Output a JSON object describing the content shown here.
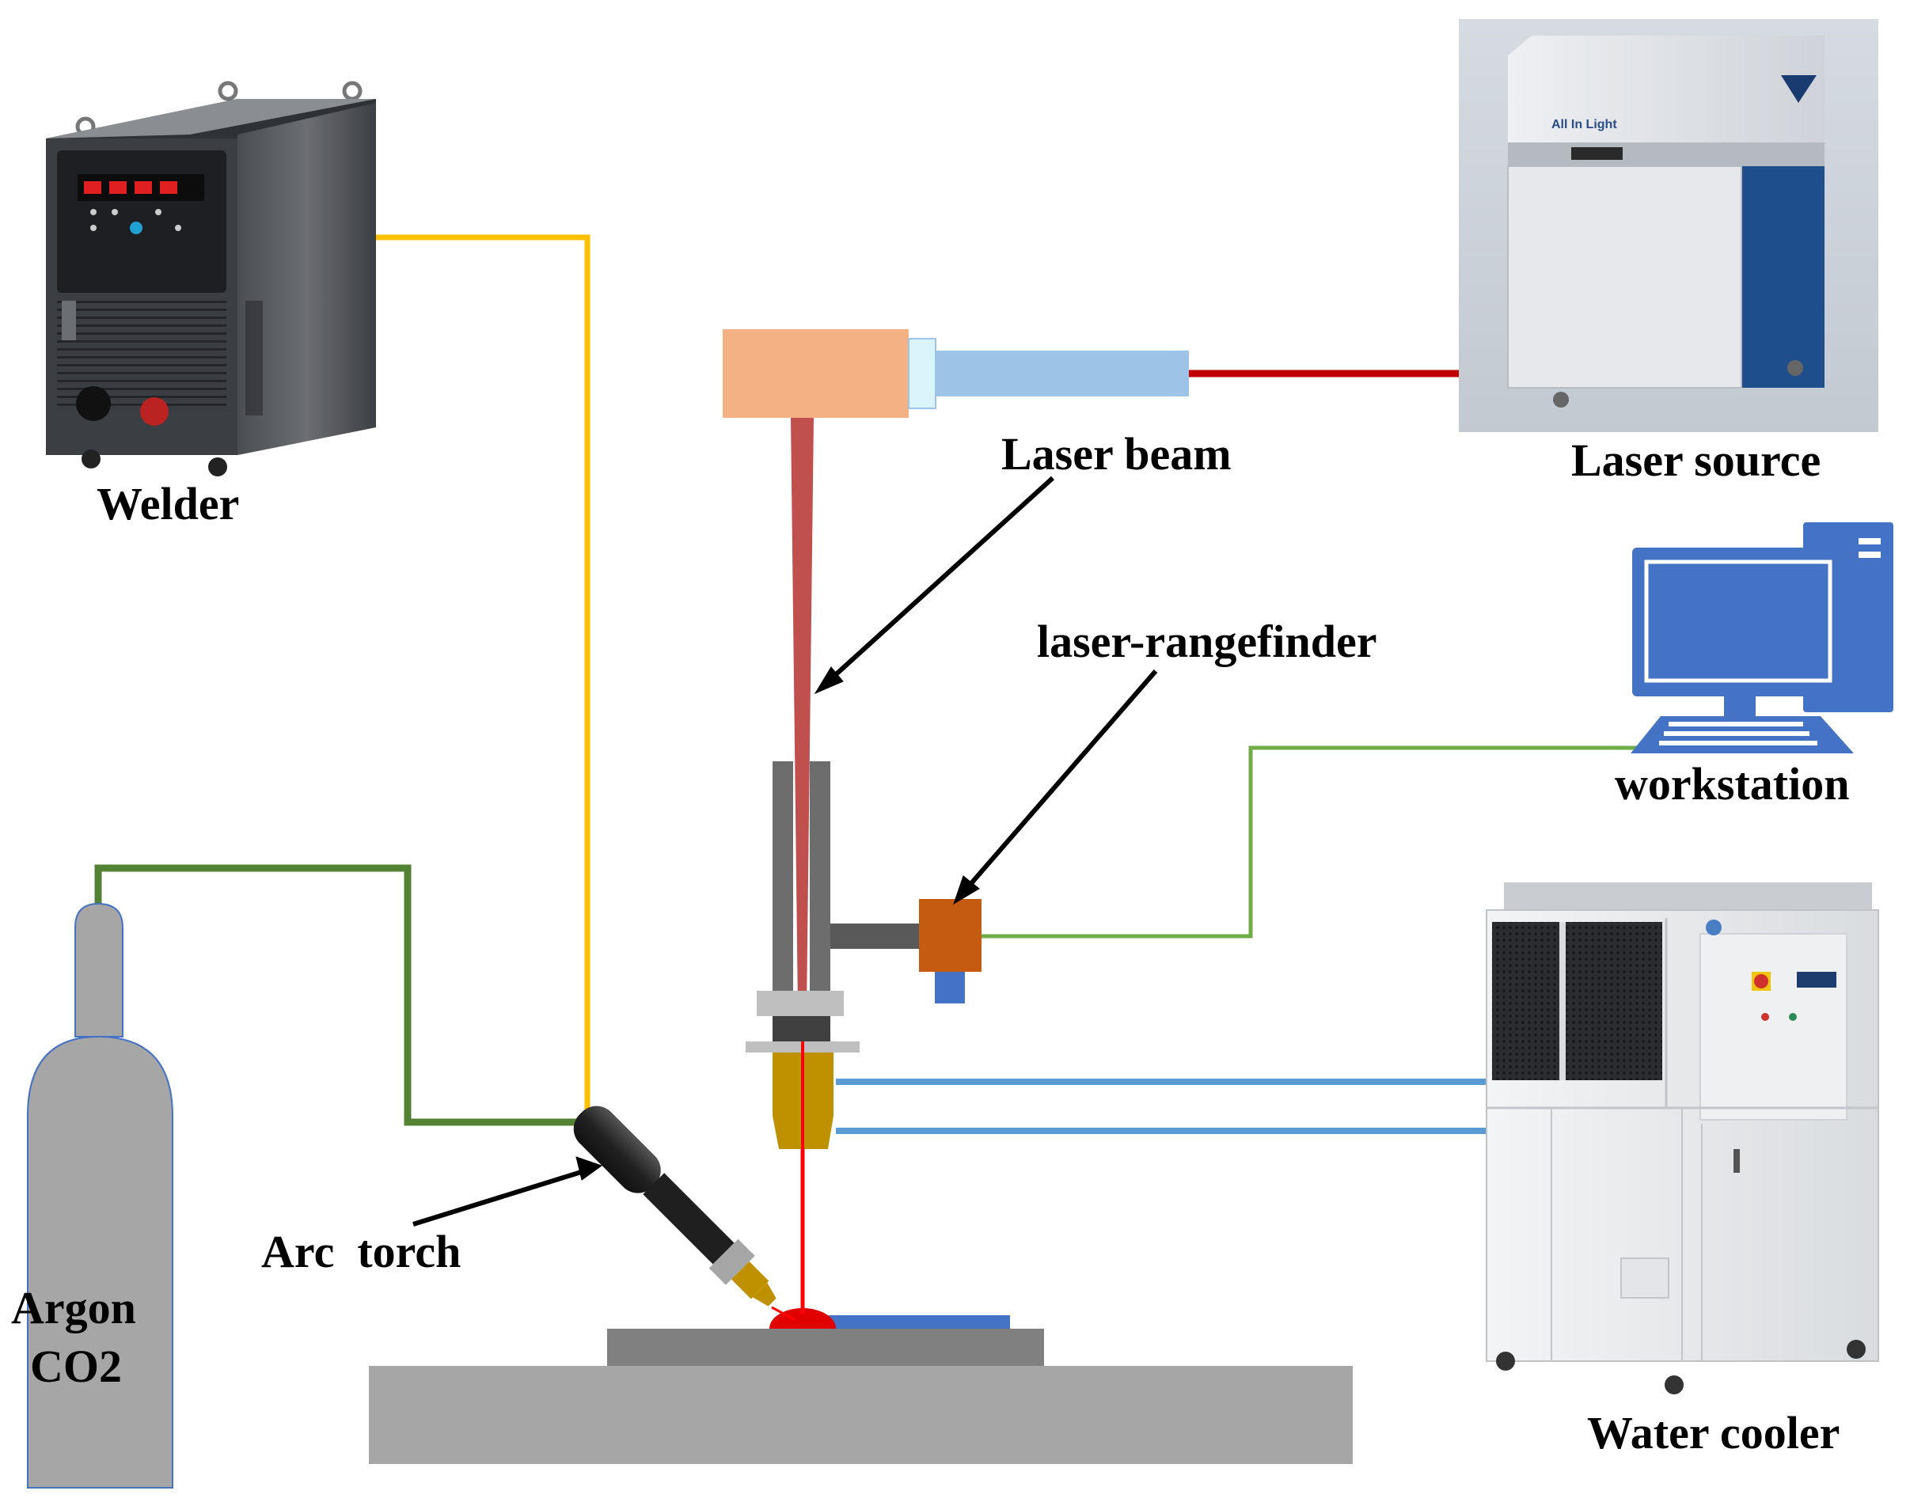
{
  "labels": {
    "welder": "Welder",
    "laser_beam": "Laser beam",
    "laser_source": "Laser source",
    "rangefinder": "laser-rangefinder",
    "workstation": "workstation",
    "arc_torch": "Arc  torch",
    "gas_line1": "Argon",
    "gas_line2": "CO2",
    "water_cooler": "Water cooler"
  },
  "laser_source_screen": {
    "brand_text": "All In Light"
  },
  "colors": {
    "power_cable": "#FFC000",
    "gas_hose": "#548235",
    "laser_fiber": "#C00000",
    "laser_beam": "#C0504D",
    "signal_cable": "#70AD47",
    "water_pipe": "#5B9BD5",
    "laser_head": "#F4B183",
    "collimator": "#9DC3E6",
    "rangefinder": "#C55A11",
    "nozzle": "#BF9000",
    "computer": "#4472C4",
    "cylinder": "#A6A6A6",
    "workpiece": "#808080",
    "table": "#A6A6A6",
    "weld_pool": "#E00000",
    "weld_bead": "#4472C4"
  },
  "icons": [
    "welder-machine",
    "laser-source-cabinet",
    "computer-icon",
    "water-chiller",
    "gas-cylinder",
    "arc-torch"
  ]
}
